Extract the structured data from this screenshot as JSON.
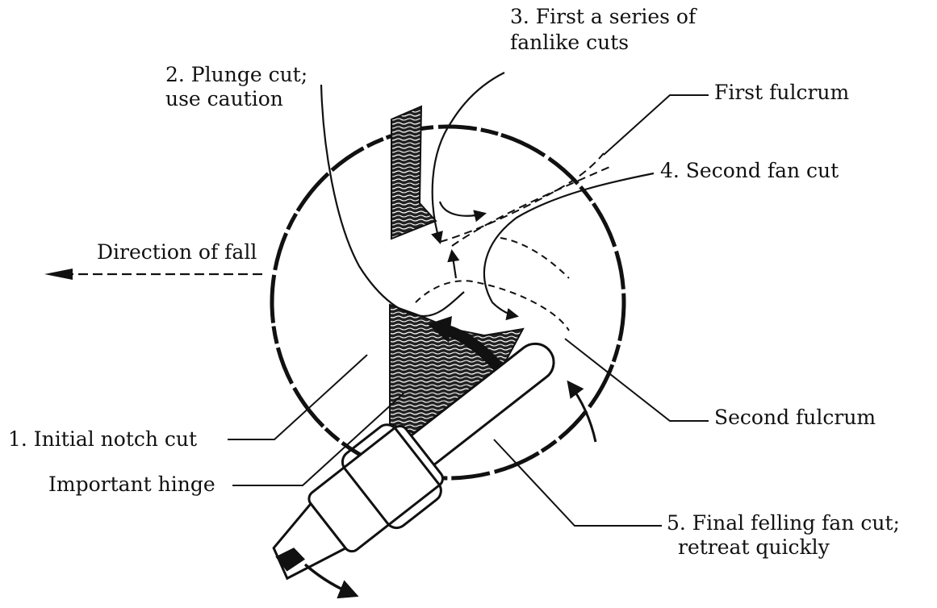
{
  "diagram": {
    "labels": {
      "initial_notch": "1. Initial notch cut",
      "plunge_cut_line1": "2. Plunge cut;",
      "plunge_cut_line2": "use caution",
      "fanlike_line1": "3. First a series of",
      "fanlike_line2": "fanlike cuts",
      "second_fan": "4. Second fan cut",
      "final_cut_line1": "5. Final felling fan cut;",
      "final_cut_line2": "retreat quickly",
      "first_fulcrum": "First fulcrum",
      "second_fulcrum": "Second fulcrum",
      "direction_of_fall": "Direction of fall",
      "important_hinge": "Important hinge"
    },
    "colors": {
      "ink": "#111111",
      "background": "#ffffff"
    }
  }
}
